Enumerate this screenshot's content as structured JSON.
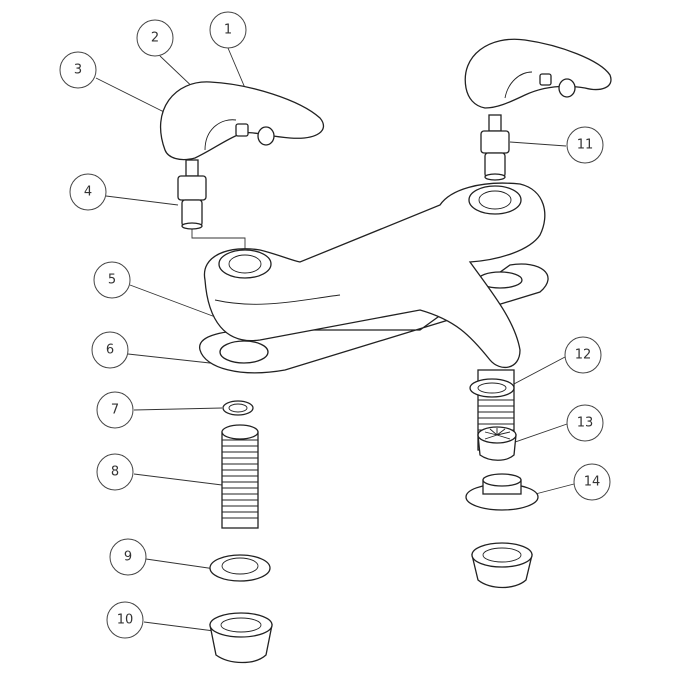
{
  "title": "Exploded parts diagram of two-handle basin mixer tap",
  "callouts": [
    "1",
    "2",
    "3",
    "4",
    "5",
    "6",
    "7",
    "8",
    "9",
    "10",
    "11",
    "12",
    "13",
    "14"
  ]
}
